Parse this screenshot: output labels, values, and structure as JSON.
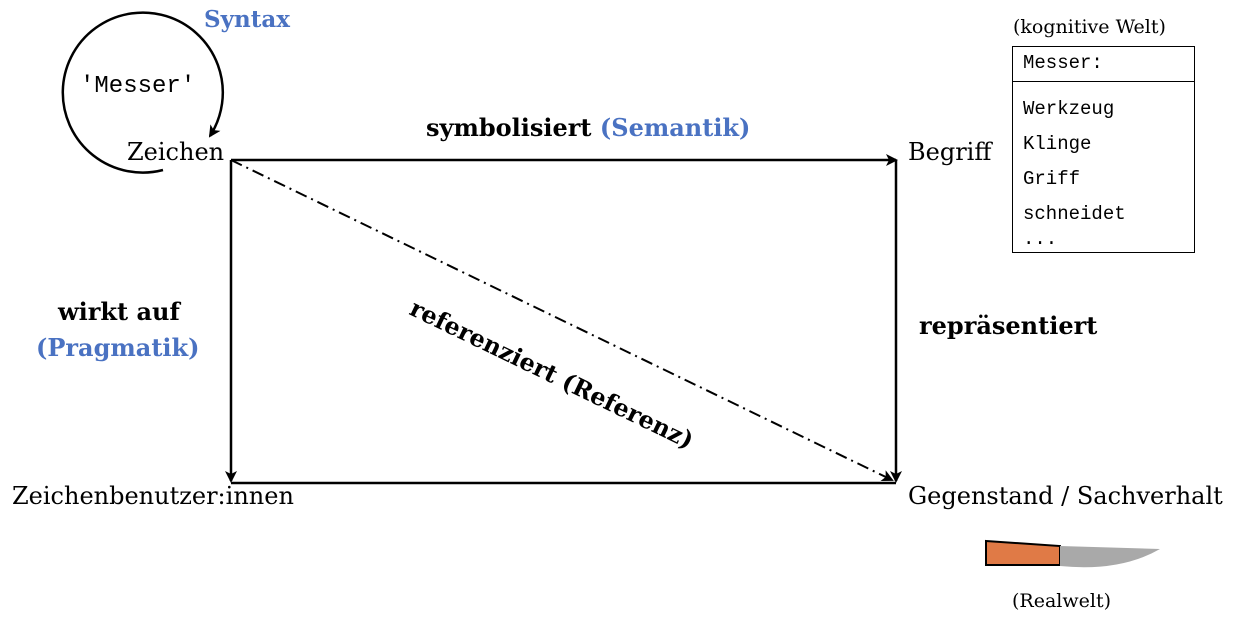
{
  "colors": {
    "accent": "#4a72c2",
    "line": "#000000",
    "handle": "#e07a46",
    "blade": "#a9a9a9"
  },
  "sign": {
    "word": "'Messer'",
    "label": "Zeichen"
  },
  "syntax_label": "Syntax",
  "concept": {
    "label": "Begriff",
    "world_caption": "(kognitive Welt)",
    "box_header": "Messer:",
    "features": [
      "Werkzeug",
      "Klinge",
      "Griff",
      "schneidet",
      "..."
    ]
  },
  "user_label": "Zeichenbenutzer:innen",
  "object_label": "Gegenstand / Sachverhalt",
  "real_world_caption": "(Realwelt)",
  "relations": {
    "symbolizes": {
      "verb": "symbolisiert",
      "field": "(Semantik)"
    },
    "represents": {
      "verb": "repräsentiert"
    },
    "acts_on": {
      "verb": "wirkt auf",
      "field": "(Pragmatik)"
    },
    "references": {
      "text": "referenziert (Referenz)"
    }
  },
  "icons": {
    "knife": "knife-icon"
  }
}
